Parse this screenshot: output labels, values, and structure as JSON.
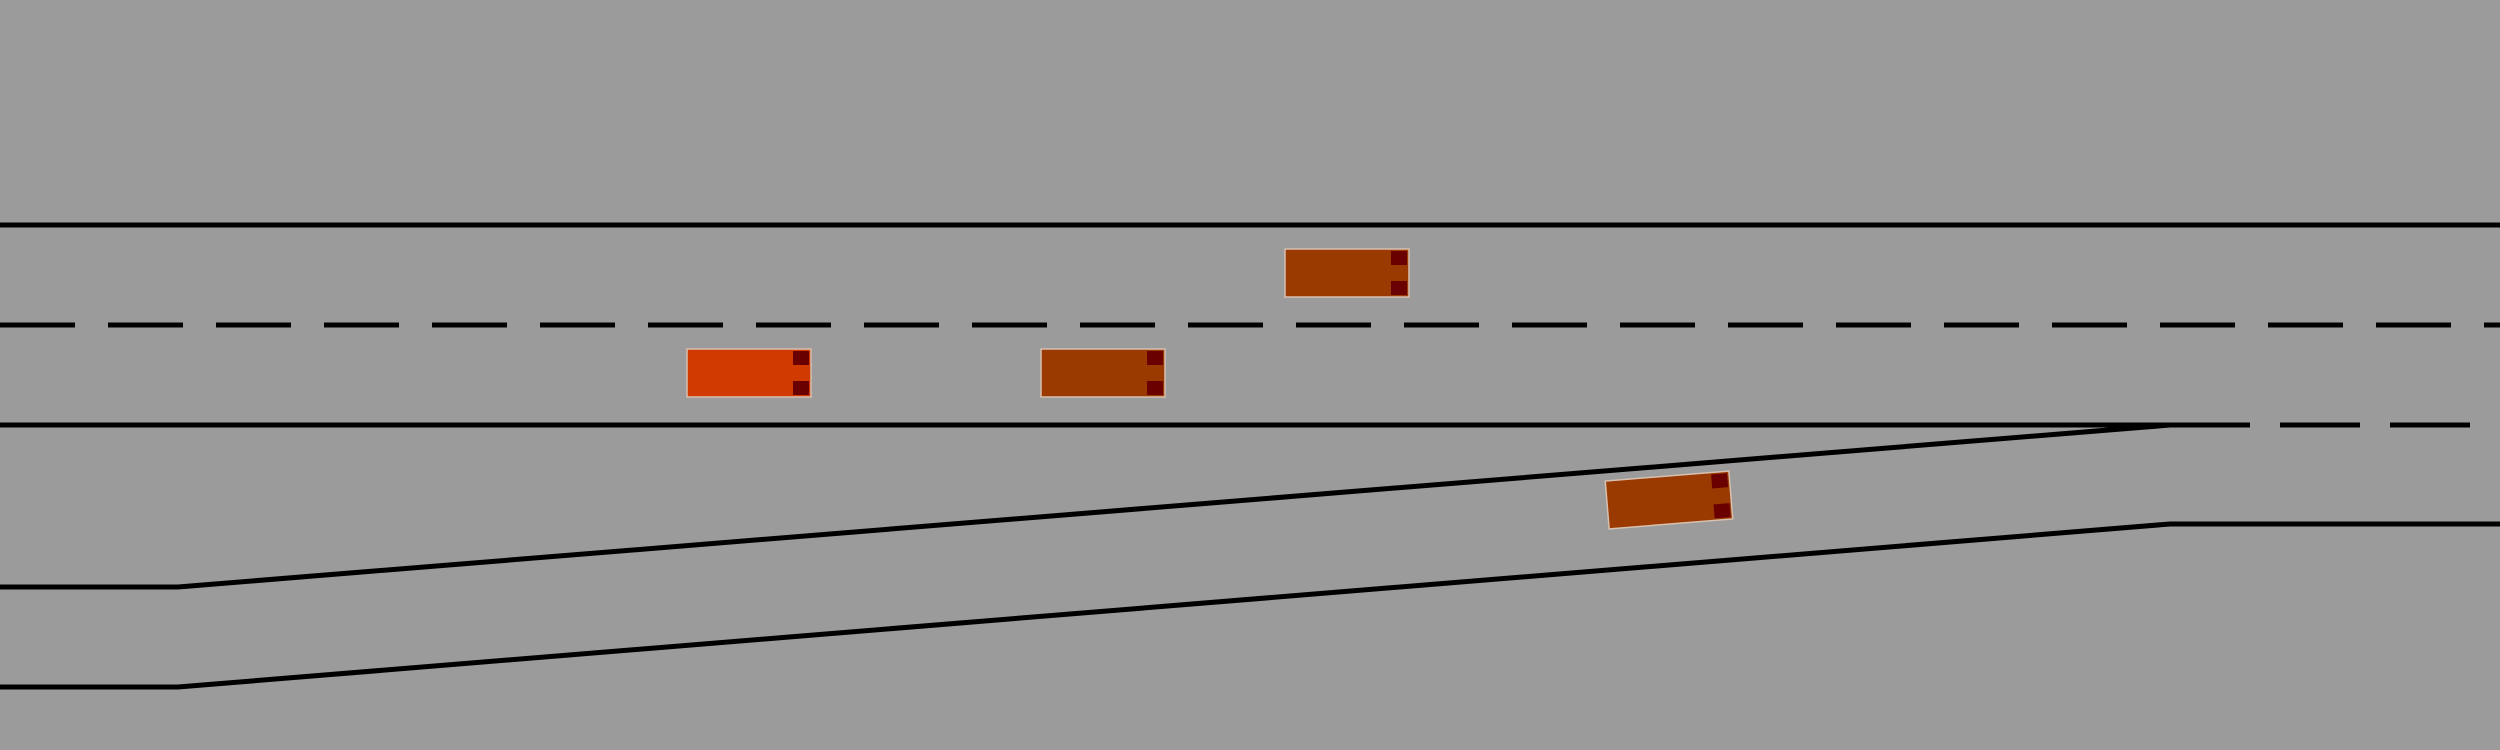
{
  "scene": {
    "type": "highway-merge-simulation",
    "colors": {
      "road": "#9b9b9b",
      "line": "#000000",
      "ego_vehicle": "#d13a00",
      "other_vehicle": "#9a3a00",
      "vehicle_outline": "#d8c0b0",
      "headlight": "#6a0000"
    },
    "vehicles": [
      {
        "id": "ego",
        "role": "ego-vehicle",
        "icon": "car-icon"
      },
      {
        "id": "car-1",
        "role": "traffic-vehicle",
        "icon": "car-icon"
      },
      {
        "id": "car-2",
        "role": "traffic-vehicle",
        "icon": "car-icon"
      },
      {
        "id": "car-3",
        "role": "merging-vehicle",
        "icon": "car-icon"
      }
    ]
  }
}
